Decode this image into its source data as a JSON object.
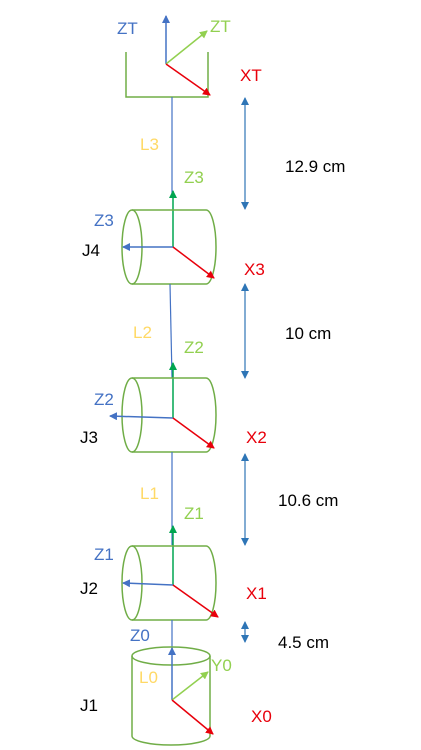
{
  "colors": {
    "frame_blue": "#4472C4",
    "axis_red": "#E8000B",
    "axis_green": "#00A550",
    "outline_green": "#70AD47",
    "label_lime": "#92D050",
    "label_yellow": "#FFD966",
    "dimension_blue": "#2E75B6",
    "text_black": "#000000"
  },
  "tool": {
    "z_label": "ZT",
    "z2_label": "ZT",
    "x_label": "XT"
  },
  "joints": [
    {
      "name": "J4",
      "z_label": "Z3",
      "x_label": "X3"
    },
    {
      "name": "J3",
      "z_label": "Z2",
      "x_label": "X2"
    },
    {
      "name": "J2",
      "z_label": "Z1",
      "x_label": "X1"
    },
    {
      "name": "J1",
      "z_label": "Z0",
      "x_label": "X0",
      "y_label": "Y0"
    }
  ],
  "links": [
    {
      "name": "L3",
      "z_label": "Z3",
      "length": "12.9 cm"
    },
    {
      "name": "L2",
      "z_label": "Z2",
      "length": "10 cm"
    },
    {
      "name": "L1",
      "z_label": "Z1",
      "length": "10.6 cm"
    },
    {
      "name": "L0",
      "length": "4.5 cm"
    }
  ]
}
